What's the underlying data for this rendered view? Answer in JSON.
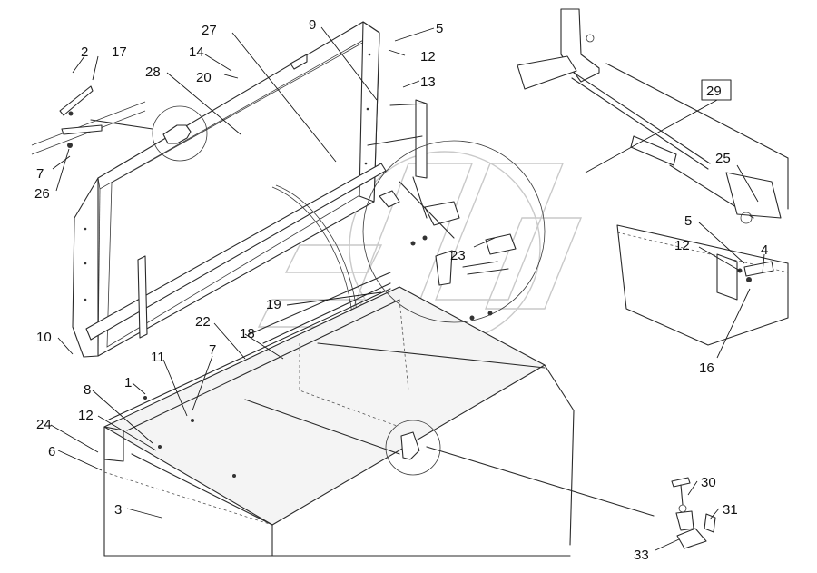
{
  "diagram": {
    "labels": [
      {
        "id": "p2",
        "text": "2"
      },
      {
        "id": "p17",
        "text": "17"
      },
      {
        "id": "p14",
        "text": "14"
      },
      {
        "id": "p20",
        "text": "20"
      },
      {
        "id": "p28",
        "text": "28"
      },
      {
        "id": "p27",
        "text": "27"
      },
      {
        "id": "p9",
        "text": "9"
      },
      {
        "id": "p5a",
        "text": "5"
      },
      {
        "id": "p12a",
        "text": "12"
      },
      {
        "id": "p13",
        "text": "13"
      },
      {
        "id": "p29",
        "text": "29"
      },
      {
        "id": "p25",
        "text": "25"
      },
      {
        "id": "p5b",
        "text": "5"
      },
      {
        "id": "p12b",
        "text": "12"
      },
      {
        "id": "p4",
        "text": "4"
      },
      {
        "id": "p16",
        "text": "16"
      },
      {
        "id": "p7a",
        "text": "7"
      },
      {
        "id": "p26",
        "text": "26"
      },
      {
        "id": "p23",
        "text": "23"
      },
      {
        "id": "p19",
        "text": "19"
      },
      {
        "id": "p22",
        "text": "22"
      },
      {
        "id": "p18",
        "text": "18"
      },
      {
        "id": "p10",
        "text": "10"
      },
      {
        "id": "p11",
        "text": "11"
      },
      {
        "id": "p7b",
        "text": "7"
      },
      {
        "id": "p1",
        "text": "1"
      },
      {
        "id": "p8",
        "text": "8"
      },
      {
        "id": "p12c",
        "text": "12"
      },
      {
        "id": "p24",
        "text": "24"
      },
      {
        "id": "p6",
        "text": "6"
      },
      {
        "id": "p3",
        "text": "3"
      },
      {
        "id": "p30",
        "text": "30"
      },
      {
        "id": "p31",
        "text": "31"
      },
      {
        "id": "p33",
        "text": "33"
      }
    ]
  }
}
